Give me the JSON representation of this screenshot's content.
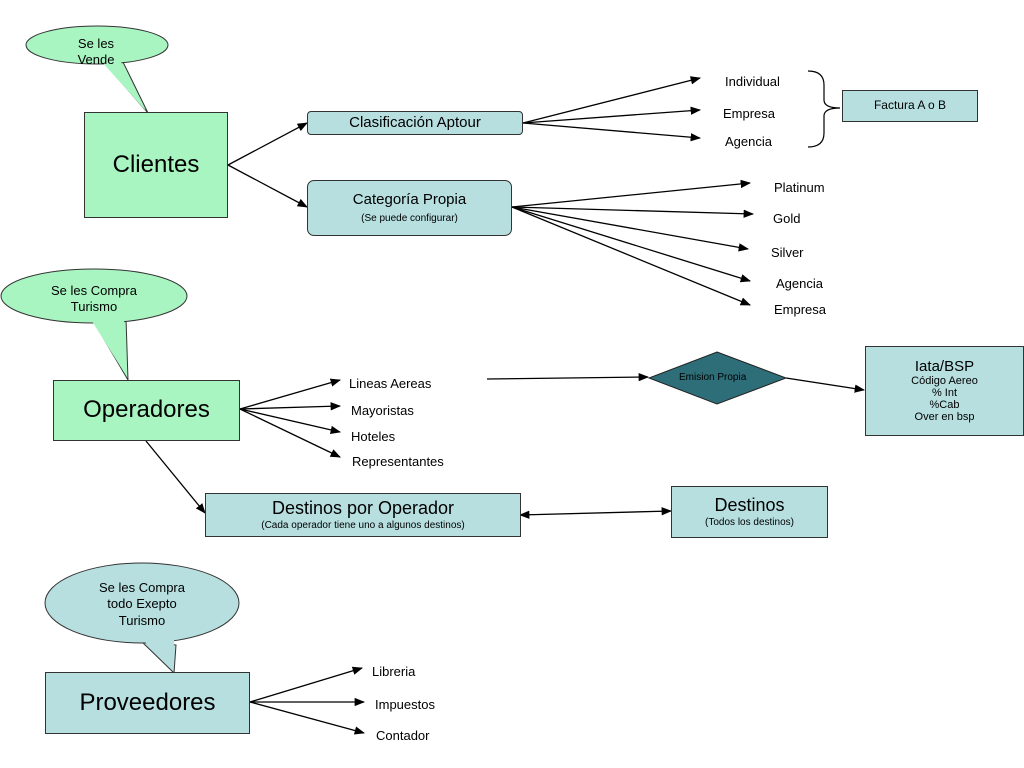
{
  "bubbles": {
    "clientes": [
      "Se les",
      "Vende"
    ],
    "operadores": [
      "Se les Compra",
      "Turismo"
    ],
    "proveedores": [
      "Se les Compra",
      "todo Exepto",
      "Turismo"
    ]
  },
  "clientes": {
    "title": "Clientes",
    "clasificacion": "Clasificación Aptour",
    "clasificacion_items": [
      "Individual",
      "Empresa",
      "Agencia"
    ],
    "factura": "Factura A o B",
    "categoria_title": "Categoría Propia",
    "categoria_sub": "(Se puede configurar)",
    "categoria_items": [
      "Platinum",
      "Gold",
      "Silver",
      "Agencia",
      "Empresa"
    ]
  },
  "operadores": {
    "title": "Operadores",
    "items": [
      "Lineas Aereas",
      "Mayoristas",
      "Hoteles",
      "Representantes"
    ],
    "emision": "Emision Propia",
    "iata": {
      "title": "Iata/BSP",
      "lines": [
        "Código Aereo",
        "% Int",
        "%Cab",
        "Over en bsp"
      ]
    },
    "destinos_op_title": "Destinos por Operador",
    "destinos_op_sub": "(Cada operador tiene uno a algunos destinos)",
    "destinos_title": "Destinos",
    "destinos_sub": "(Todos los destinos)"
  },
  "proveedores": {
    "title": "Proveedores",
    "items": [
      "Libreria",
      "Impuestos",
      "Contador"
    ]
  },
  "colors": {
    "green_fill": "#a9f5c2",
    "blue_fill": "#b7dfe0",
    "diamond_fill": "#2e6e78"
  }
}
